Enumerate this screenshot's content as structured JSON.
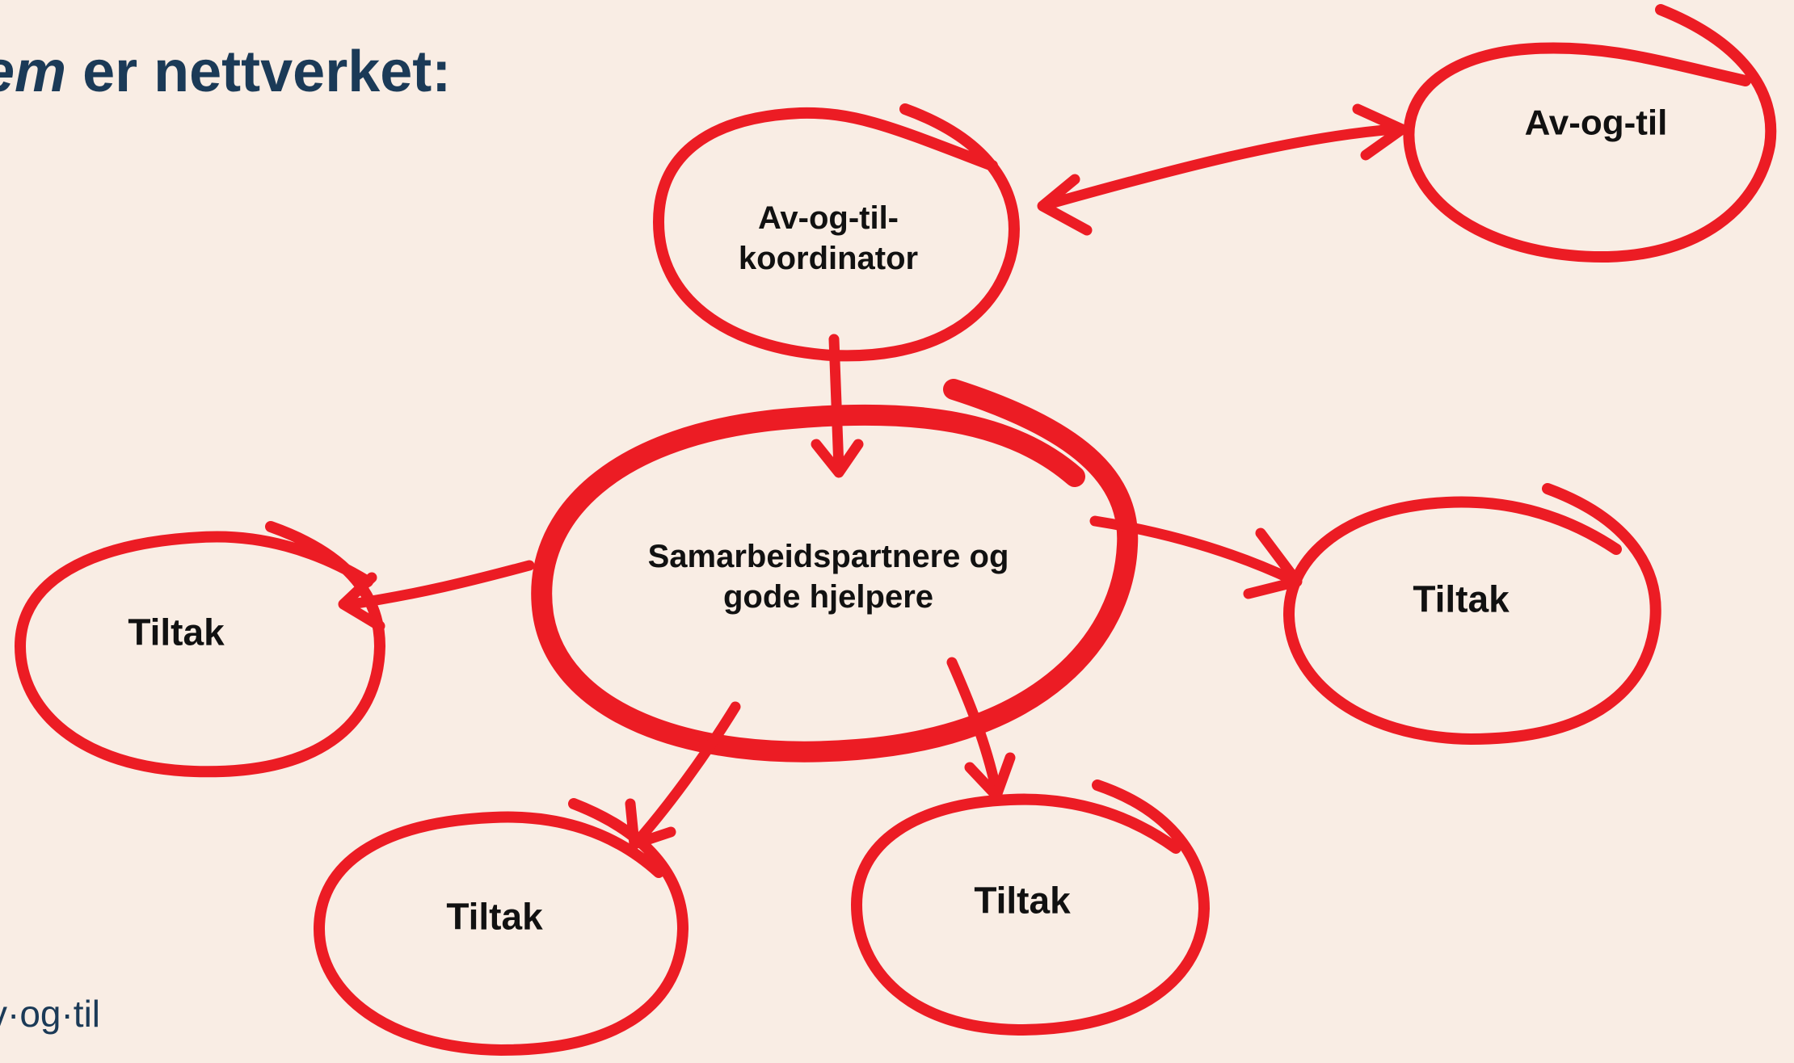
{
  "title": {
    "emphasis": "em",
    "rest": " er nettverket:"
  },
  "footer": {
    "logo_text": "v·og·til"
  },
  "colors": {
    "background": "#f9ede4",
    "accent": "#ec1c24",
    "title": "#1b3a57",
    "text": "#111111"
  },
  "nodes": {
    "coordinator": {
      "line1": "Av-og-til-",
      "line2": "koordinator"
    },
    "external": {
      "label": "Av-og-til"
    },
    "center": {
      "line1": "Samarbeidspartnere og",
      "line2": "gode hjelpere"
    },
    "tiltak_left": {
      "label": "Tiltak"
    },
    "tiltak_right": {
      "label": "Tiltak"
    },
    "tiltak_bottom_left": {
      "label": "Tiltak"
    },
    "tiltak_bottom_right": {
      "label": "Tiltak"
    }
  }
}
